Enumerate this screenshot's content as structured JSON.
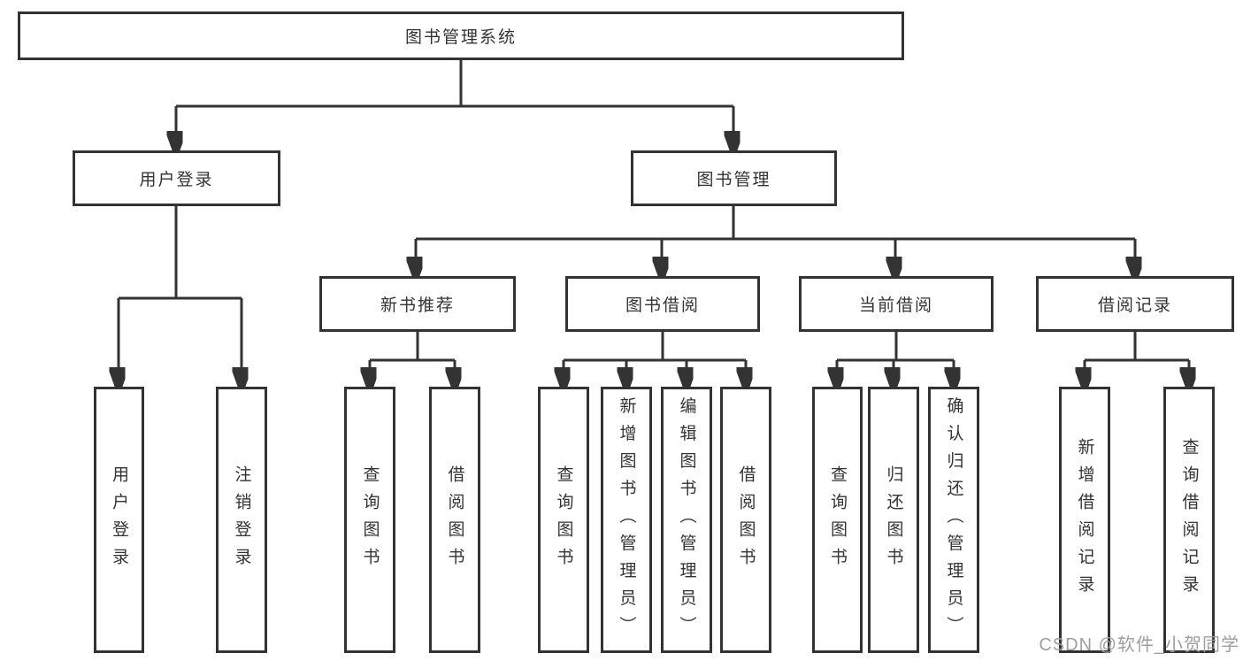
{
  "nodes": {
    "root": {
      "label": "图书管理系统"
    },
    "user_login": {
      "label": "用户登录"
    },
    "book_mgmt": {
      "label": "图书管理"
    },
    "leaf_user_login": {
      "label": "用户登录"
    },
    "leaf_logout": {
      "label": "注销登录"
    },
    "new_book_rec": {
      "label": "新书推荐"
    },
    "book_borrow": {
      "label": "图书借阅"
    },
    "current_borrow": {
      "label": "当前借阅"
    },
    "borrow_records": {
      "label": "借阅记录"
    },
    "rec_query_books": {
      "label": "查询图书"
    },
    "rec_borrow_books": {
      "label": "借阅图书"
    },
    "bb_query_books": {
      "label": "查询图书"
    },
    "bb_add_books": {
      "label": "新增图书（管理员）"
    },
    "bb_edit_books": {
      "label": "编辑图书（管理员）"
    },
    "bb_borrow_books": {
      "label": "借阅图书"
    },
    "cb_query_books": {
      "label": "查询图书"
    },
    "cb_return_books": {
      "label": "归还图书"
    },
    "cb_confirm_return": {
      "label": "确认归还（管理员）"
    },
    "br_add_record": {
      "label": "新增借阅记录"
    },
    "br_query_record": {
      "label": "查询借阅记录"
    }
  },
  "watermark": {
    "text": "CSDN @软件_小贺同学"
  },
  "colors": {
    "line": "#333333",
    "text": "#333333",
    "watermark": "#9e9e9e",
    "background": "#ffffff"
  }
}
